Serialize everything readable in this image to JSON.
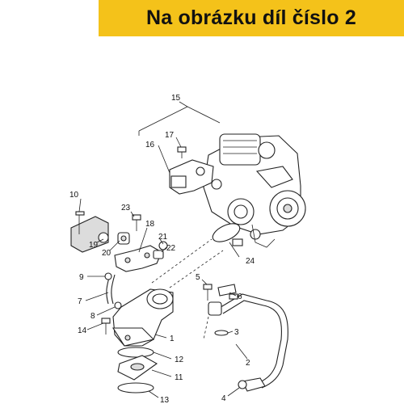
{
  "header": {
    "title": "Na obrázku díl číslo 2",
    "background_color": "#f4c21a"
  },
  "diagram": {
    "callouts": [
      {
        "number": "1"
      },
      {
        "number": "2"
      },
      {
        "number": "3"
      },
      {
        "number": "4"
      },
      {
        "number": "5"
      },
      {
        "number": "6"
      },
      {
        "number": "7"
      },
      {
        "number": "8"
      },
      {
        "number": "9"
      },
      {
        "number": "10"
      },
      {
        "number": "11"
      },
      {
        "number": "12"
      },
      {
        "number": "13"
      },
      {
        "number": "14"
      },
      {
        "number": "15"
      },
      {
        "number": "16"
      },
      {
        "number": "17"
      },
      {
        "number": "18"
      },
      {
        "number": "19"
      },
      {
        "number": "20"
      },
      {
        "number": "21"
      },
      {
        "number": "22"
      },
      {
        "number": "23"
      },
      {
        "number": "24"
      }
    ]
  }
}
